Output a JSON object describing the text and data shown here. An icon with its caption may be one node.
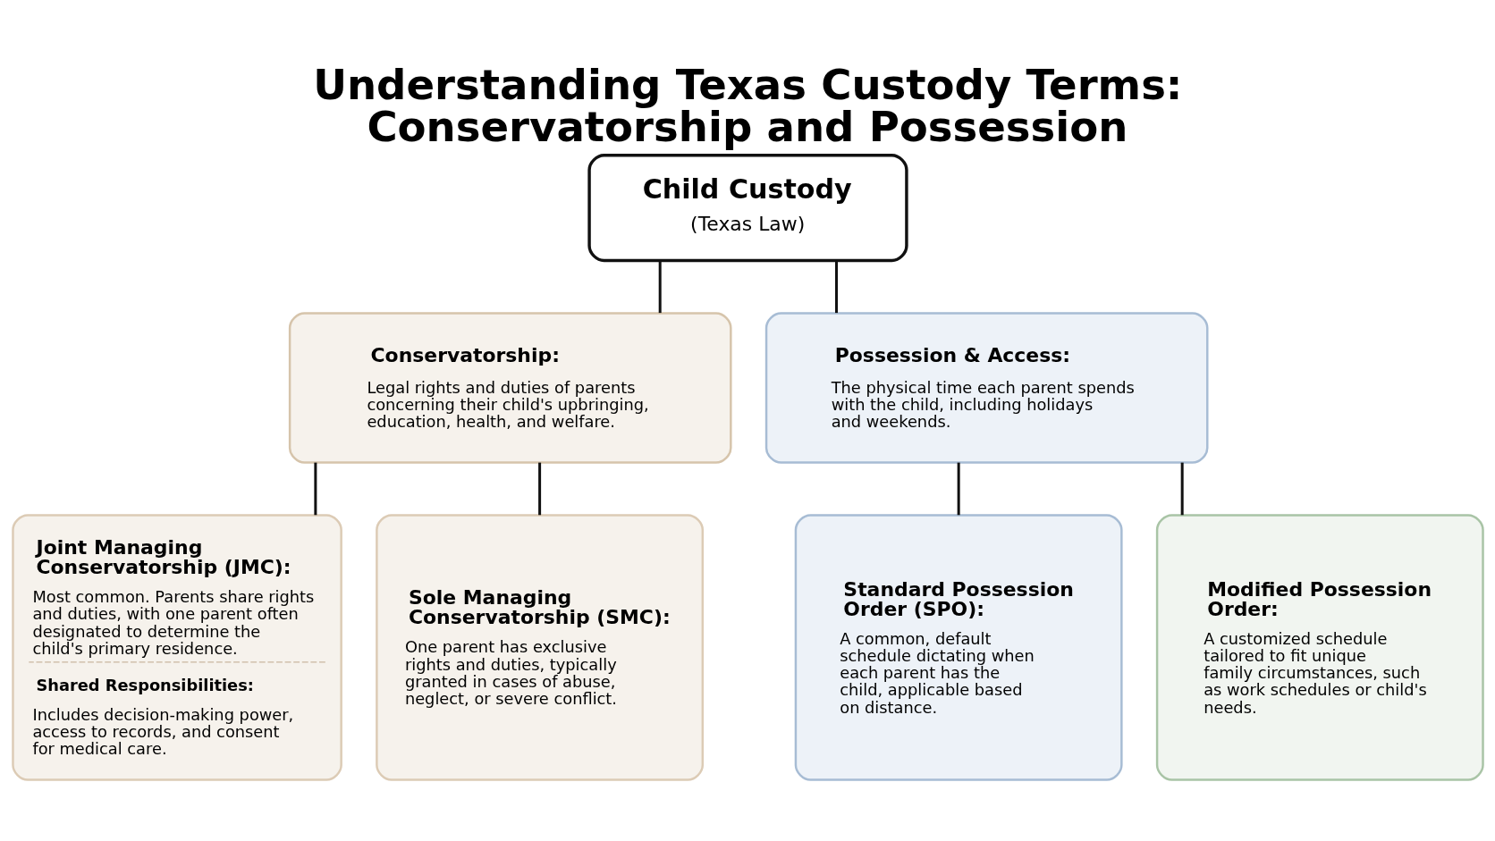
{
  "diagram": {
    "title": "Understanding Texas Custody Terms: Conservatorship and Possession",
    "nodes": [
      {
        "text": [
          "Child Custody",
          "(Texas Law)"
        ]
      },
      {
        "text": [
          "Conservatorship:",
          "Legal rights and duties of parents concerning their child's upbringing, education, health, and welfare."
        ]
      },
      {
        "text": [
          "Possession & Access:",
          "The physical time each parent spends with the child, including holidays and weekends."
        ]
      },
      {
        "text": [
          "Joint Managing Conservatorship (JMC):",
          "Most common. Parents share rights and duties, with one parent often designated to determine the child's primary residence.",
          "Shared Responsibilities:",
          "Includes decision-making power, access to records, and consent for medical care."
        ]
      },
      {
        "text": [
          "Sole Managing Conservatorship (SMC):",
          "One parent has exclusive rights and duties, typically granted in cases of abuse, neglect, or severe conflict."
        ]
      },
      {
        "text": [
          "Standard Possession Order (SPO):",
          "A common, default schedule dictating when each parent has the child, applicable based on distance."
        ]
      },
      {
        "text": [
          "Modified Possession Order:",
          "A customized schedule tailored to fit unique family circumstances, such as work schedules or child's needs."
        ]
      }
    ],
    "edges": [
      {
        "from": 0,
        "to": 1,
        "arrow": "none"
      },
      {
        "from": 0,
        "to": 2,
        "arrow": "none"
      },
      {
        "from": 1,
        "to": 3,
        "arrow": "none"
      },
      {
        "from": 1,
        "to": 4,
        "arrow": "none"
      },
      {
        "from": 2,
        "to": 5,
        "arrow": "none"
      },
      {
        "from": 2,
        "to": 6,
        "arrow": "none"
      }
    ]
  }
}
